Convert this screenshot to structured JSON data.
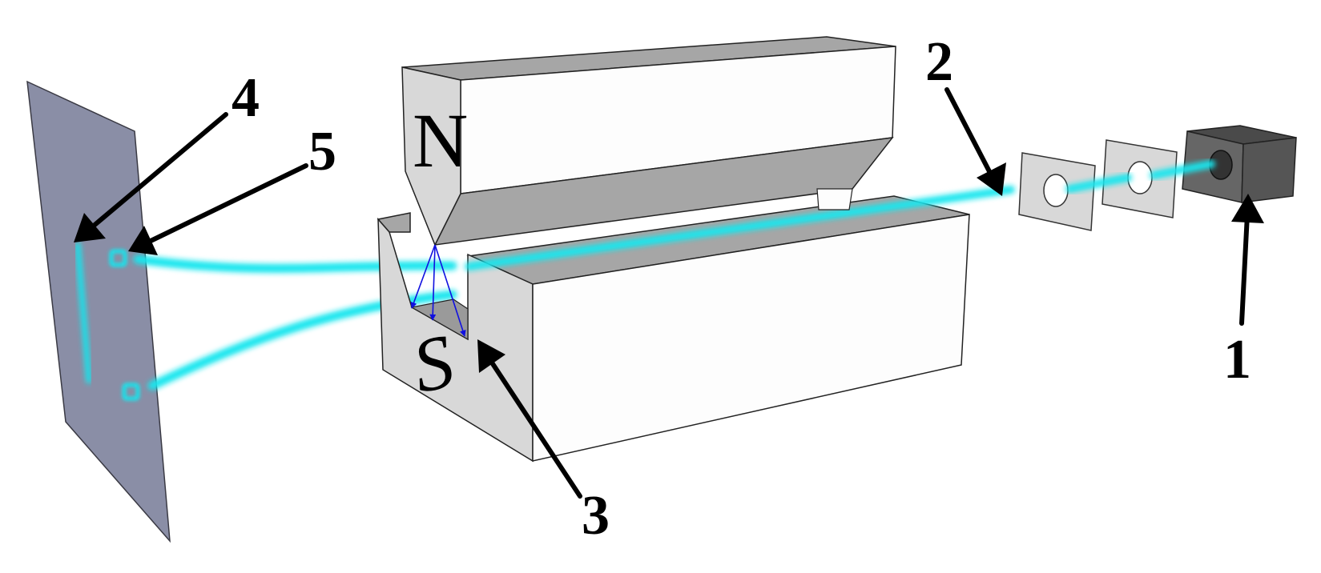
{
  "diagram": {
    "labels": {
      "one": "1",
      "two": "2",
      "three": "3",
      "four": "4",
      "five": "5"
    },
    "magnet": {
      "north_label": "N",
      "south_label": "S"
    },
    "colors": {
      "beam": "#19e6ee",
      "field_lines": "#1010e0",
      "screen": "#8a8ea6",
      "magnet_top": "#a6a6a6",
      "magnet_face": "#fdfdfd",
      "magnet_side": "#d6d6d6",
      "oven": "#666666",
      "arrow": "#000000"
    }
  }
}
